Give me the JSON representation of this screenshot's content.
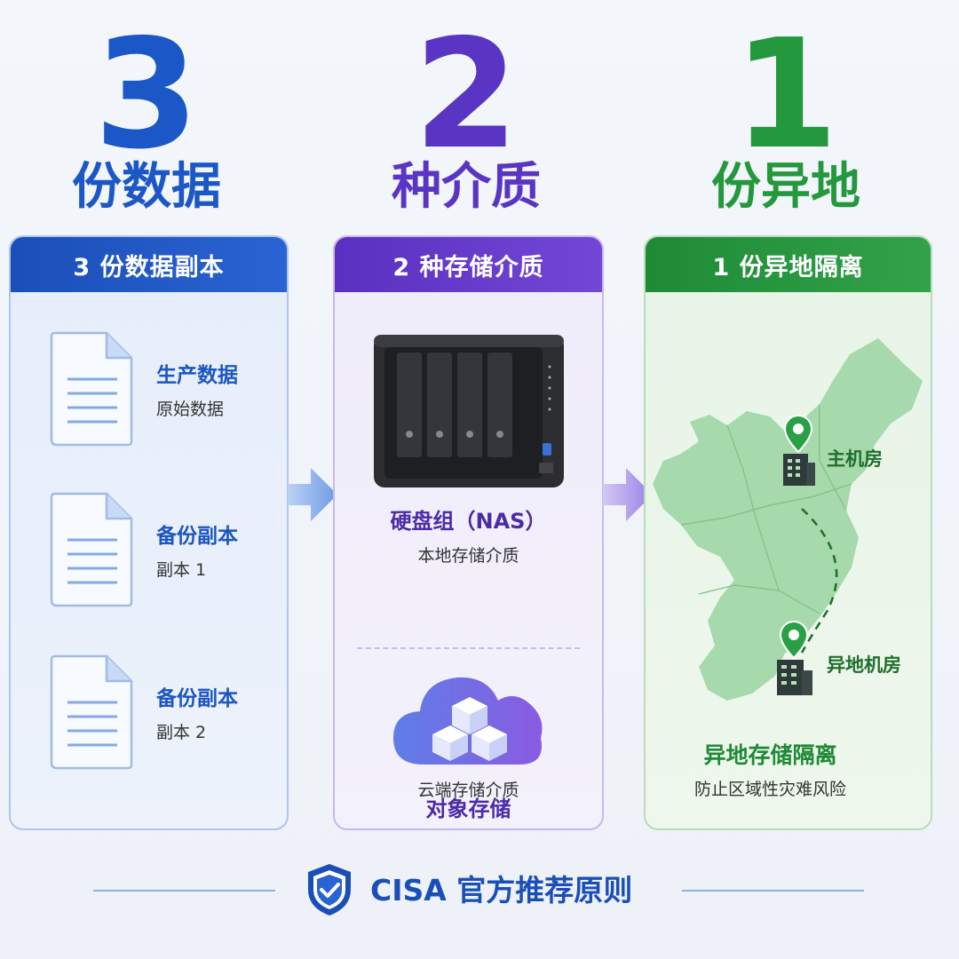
{
  "headline": {
    "col1_number": "3",
    "col1_label": "份数据",
    "col2_number": "2",
    "col2_label": "种介质",
    "col3_number": "1",
    "col3_label": "份异地"
  },
  "card1": {
    "title": "3 份数据副本",
    "items": [
      {
        "title": "生产数据",
        "subtitle": "原始数据"
      },
      {
        "title": "备份副本",
        "subtitle": "副本 1"
      },
      {
        "title": "备份副本",
        "subtitle": "副本 2"
      }
    ]
  },
  "card2": {
    "title": "2 种存储介质",
    "nas_title": "硬盘组（NAS）",
    "nas_subtitle": "本地存储介质",
    "cloud_title": "对象存储",
    "cloud_subtitle": "云端存储介质"
  },
  "card3": {
    "title": "1 份异地隔离",
    "primary_site": "主机房",
    "remote_site": "异地机房",
    "summary_title": "异地存储隔离",
    "summary_subtitle": "防止区域性灾难风险"
  },
  "footer": {
    "text": "CISA 官方推荐原则"
  },
  "colors": {
    "blue": "#1b57c6",
    "purple": "#5a35c4",
    "green": "#24983c"
  },
  "icons": [
    "document-icon",
    "nas-device-icon",
    "cloud-storage-icon",
    "china-map",
    "location-pin-icon",
    "building-icon",
    "shield-check-icon",
    "arrow-right-icon"
  ]
}
